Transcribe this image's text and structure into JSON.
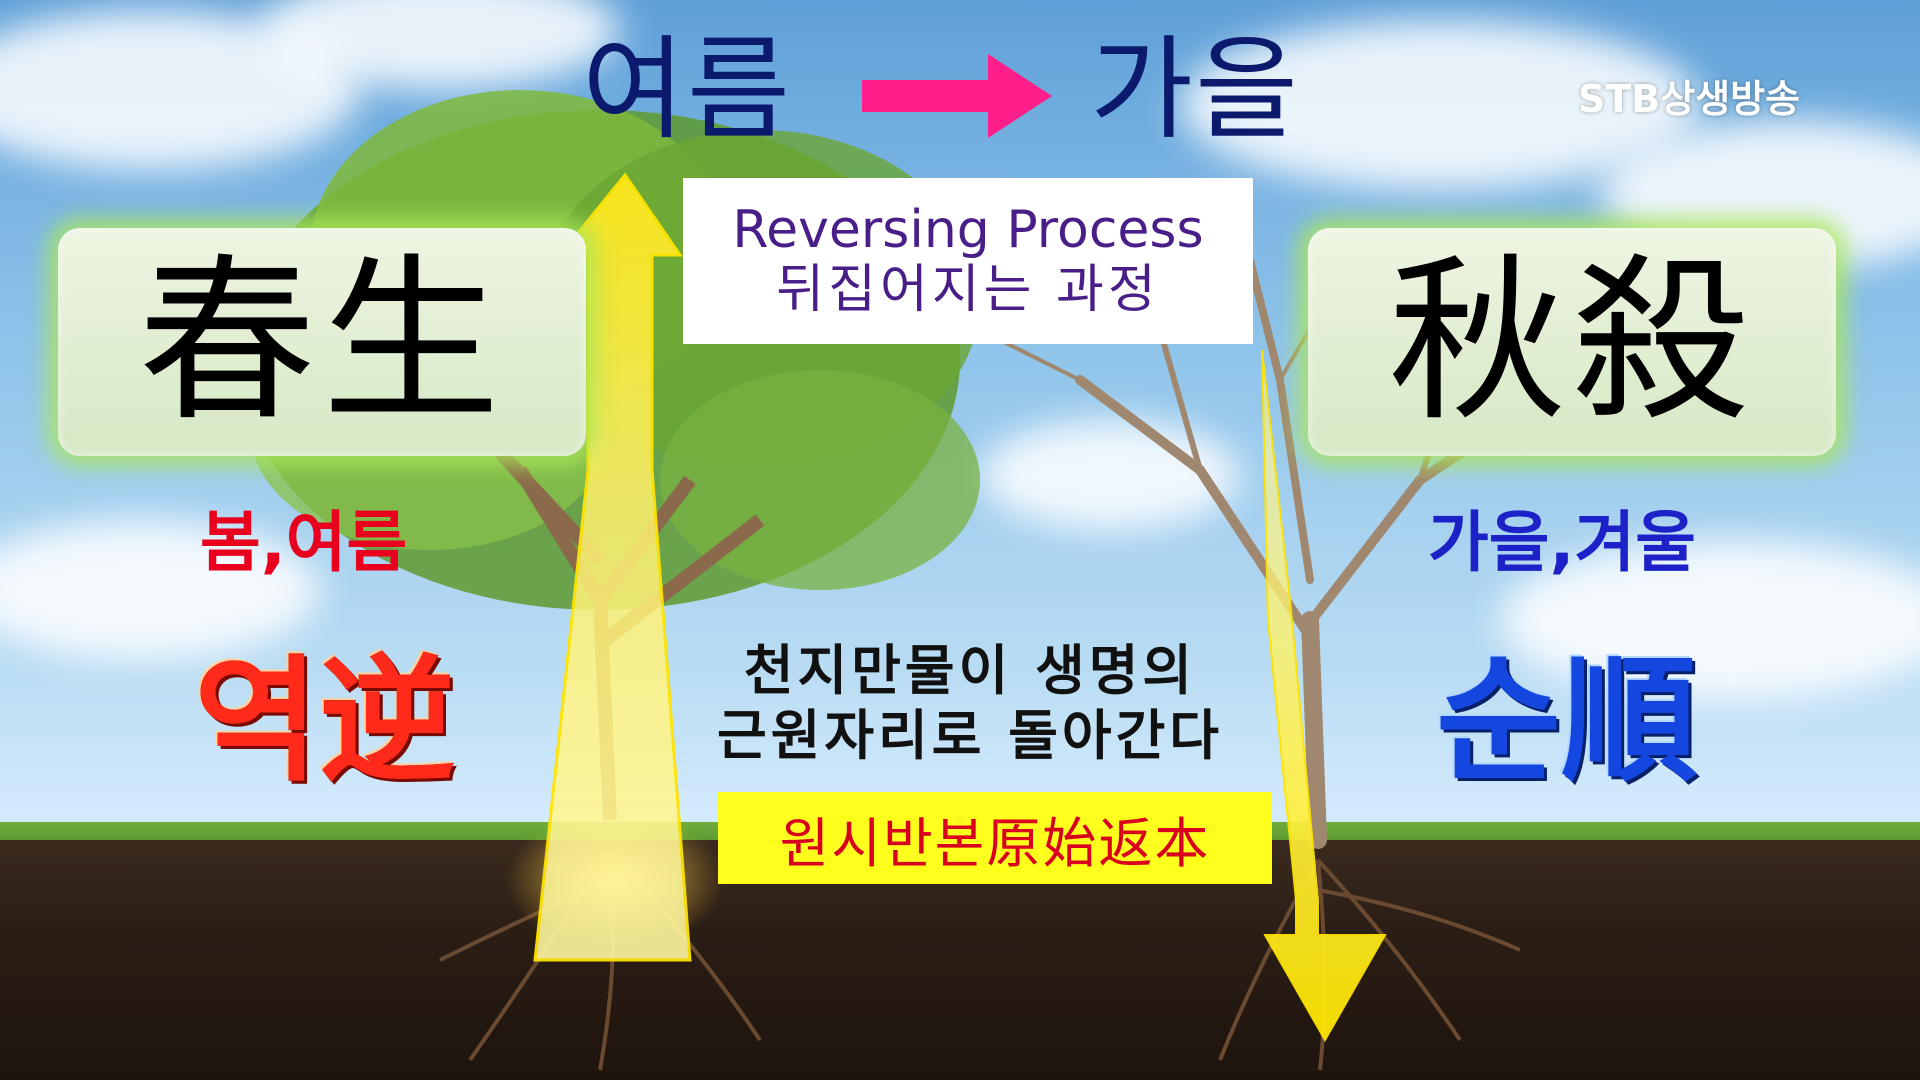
{
  "title": {
    "left": "여름",
    "right": "가을"
  },
  "logo": "STB상생방송",
  "left_panel": {
    "hanja": "春生",
    "season": "봄,여름",
    "big_text": "역逆"
  },
  "right_panel": {
    "hanja": "秋殺",
    "season": "가을,겨울",
    "big_text": "순順"
  },
  "reversing_box": {
    "line1": "Reversing Process",
    "line2": "뒤집어지는 과정"
  },
  "caption": {
    "line1": "천지만물이 생명의",
    "line2": "근원자리로 돌아간다"
  },
  "highlight": "원시반본原始返本",
  "colors": {
    "title": "#0c1a6e",
    "arrow_pink": "#ff1f8a",
    "season_left": "#e8001e",
    "season_right": "#1d22c8",
    "big_left": "#ff2a1a",
    "big_right": "#1446e0",
    "reversing_text": "#4a1e88",
    "highlight_bg": "#ffff1e",
    "highlight_text": "#d8001e",
    "panel_glow": "#a6e05a"
  },
  "icons": {
    "title_arrow": "arrow-right-icon",
    "up_arrow": "arrow-up-icon",
    "down_arrow": "arrow-down-icon"
  }
}
